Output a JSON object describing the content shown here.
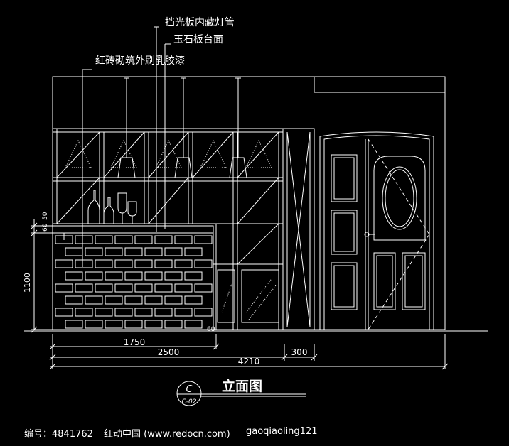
{
  "annotations": {
    "light_tube": "挡光板内藏灯管",
    "jade_top": "玉石板台面",
    "brick_wall": "红砖砌筑外刷乳胶漆"
  },
  "dimensions": {
    "height_1100": "1100",
    "small_50": "50",
    "small_60": "60",
    "d_1750": "1750",
    "d_2500": "2500",
    "d_300": "300",
    "d_4210": "4210"
  },
  "title": {
    "text": "立面图",
    "marker_letter": "C",
    "marker_ref": "C-02"
  },
  "footer": {
    "id_label": "编号：4841762",
    "site": "红动中国 (www.redocn.com)",
    "author": "gaoqiaoling121"
  },
  "colors": {
    "background": "#000000",
    "lines": "#ffffff"
  }
}
